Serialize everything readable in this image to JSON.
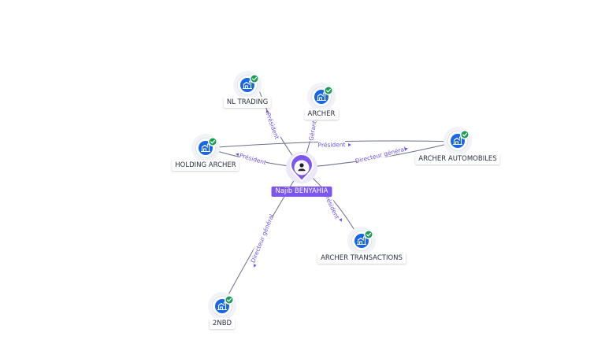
{
  "center": {
    "name": "Najib BENYAHIA",
    "icon": "person-icon",
    "color": "#7b57f0"
  },
  "companies": [
    {
      "id": "nl-trading",
      "name": "NL TRADING",
      "icon": "building-icon",
      "verified": true
    },
    {
      "id": "archer",
      "name": "ARCHER",
      "icon": "building-icon",
      "verified": true
    },
    {
      "id": "holding-archer",
      "name": "HOLDING ARCHER",
      "icon": "building-icon",
      "verified": true
    },
    {
      "id": "archer-automobiles",
      "name": "ARCHER AUTOMOBILES",
      "icon": "building-icon",
      "verified": true
    },
    {
      "id": "archer-transactions",
      "name": "ARCHER TRANSACTIONS",
      "icon": "building-icon",
      "verified": true
    },
    {
      "id": "2nbd",
      "name": "2NBD",
      "icon": "building-icon",
      "verified": true
    }
  ],
  "edges": [
    {
      "to": "nl-trading",
      "label": "Président"
    },
    {
      "to": "archer",
      "label": "Gérant"
    },
    {
      "to": "holding-archer",
      "label": "Président"
    },
    {
      "to": "archer-automobiles",
      "label": "Directeur général"
    },
    {
      "from": "holding-archer",
      "to": "archer-automobiles",
      "label": "Président"
    },
    {
      "to": "archer-transactions",
      "label": "Président"
    },
    {
      "to": "2nbd",
      "label": "Directeur général"
    }
  ],
  "colors": {
    "company_icon": "#1766e8",
    "verified_badge": "#1a9e54",
    "edge_label": "#6b55e6",
    "edge": "#6b6f8a"
  }
}
